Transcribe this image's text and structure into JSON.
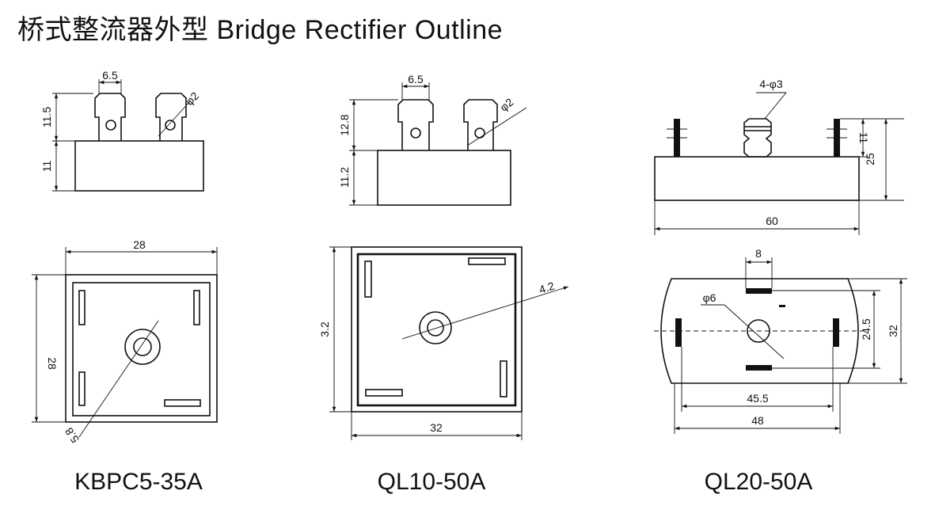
{
  "title": "桥式整流器外型 Bridge Rectifier Outline",
  "packages": [
    {
      "model": "KBPC5-35A",
      "dims": {
        "pin_spacing": "6.5",
        "pin_height": "11.5",
        "body_height": "11",
        "hole": "φ2",
        "width": "28",
        "depth": "28",
        "hole_dia": "5.8"
      }
    },
    {
      "model": "QL10-50A",
      "dims": {
        "pin_spacing": "6.5",
        "pin_height": "12.8",
        "body_height": "11.2",
        "hole": "φ2",
        "width": "32",
        "depth": "3.2",
        "hole_dia": "4.2"
      }
    },
    {
      "model": "QL20-50A",
      "dims": {
        "pins": "4-φ3",
        "pin_height": "11",
        "total_height": "25",
        "length": "60",
        "pin_spacing": "8",
        "hole": "φ6",
        "inner_pitch": "24.5",
        "depth": "32",
        "outer_pitch": "45.5",
        "width": "48"
      }
    }
  ]
}
